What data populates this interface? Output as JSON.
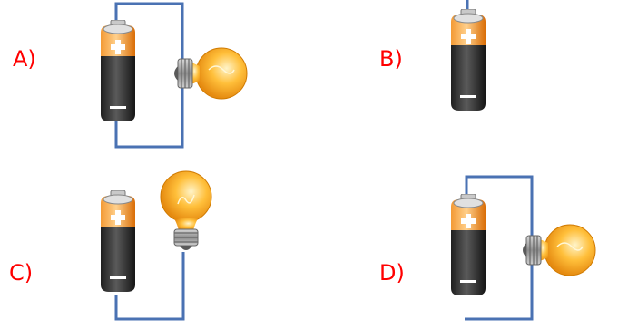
{
  "options": [
    {
      "id": "A",
      "label": "A)",
      "battery": "upright",
      "bulb": "sideways",
      "wiring": "complete-loop"
    },
    {
      "id": "B",
      "label": "B)",
      "battery": "upright",
      "bulb": "none",
      "wiring": "stub-only"
    },
    {
      "id": "C",
      "label": "C)",
      "battery": "upright",
      "bulb": "upright",
      "wiring": "bottom-to-bulb-base"
    },
    {
      "id": "D",
      "label": "D)",
      "battery": "upright",
      "bulb": "sideways",
      "wiring": "open-loop"
    }
  ],
  "colors": {
    "wire": "#4a72b3",
    "label": "#ff0000",
    "battery_top": "#f08a22",
    "battery_body": "#2e2e2e",
    "bulb_glass": "#f5a623",
    "bulb_base": "#9a9a9a"
  },
  "battery": {
    "positive_symbol": "+",
    "negative_symbol": "–"
  }
}
